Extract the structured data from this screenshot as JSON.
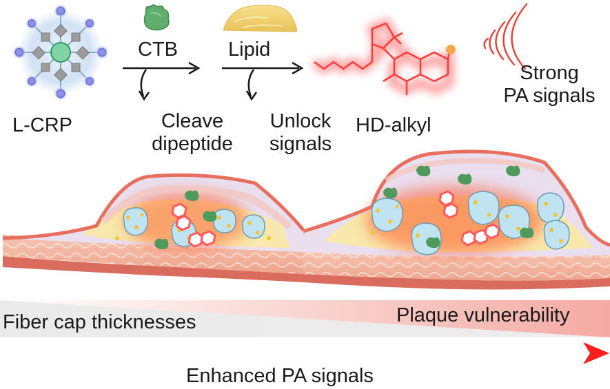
{
  "labels": {
    "probe": "L-CRP",
    "enzyme": "CTB",
    "lipid": "Lipid",
    "step1_line1": "Cleave",
    "step1_line2": "dipeptide",
    "step2_line1": "Unlock",
    "step2_line2": "signals",
    "product": "HD-alkyl",
    "signal_line1": "Strong",
    "signal_line2": "PA signals"
  },
  "bottom": {
    "fiber_cap": "Fiber cap thicknesses",
    "vulnerability": "Plaque vulnerability",
    "enhanced": "Enhanced PA signals"
  },
  "colors": {
    "probe_glow": "#c9ddf2",
    "enzyme": "#4e9a5c",
    "lipid": "#f2cf6a",
    "fluorophore": "#ff3b3b",
    "fluorophore_glow": "#ff9a9a",
    "pa_arc": "#e8423a",
    "arrow_red": "#e81b1b",
    "vessel_wall": "#f2b7a0",
    "endothelium": "#e86f5e"
  }
}
